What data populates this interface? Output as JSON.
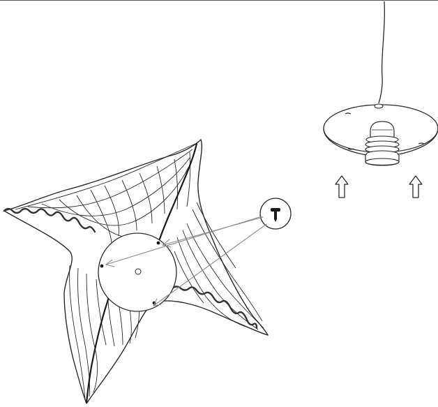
{
  "diagram": {
    "kind": "assembly-instruction",
    "colors": {
      "line": "#2a2a2a",
      "leader": "#8a8a8a",
      "background": "#ffffff"
    },
    "parts": [
      {
        "name": "ceiling-cord",
        "icon": "cord-icon"
      },
      {
        "name": "ceiling-canopy",
        "icon": "canopy-icon"
      },
      {
        "name": "lamp-socket",
        "icon": "socket-icon"
      },
      {
        "name": "push-up-arrow",
        "icon": "hollow-up-arrow-icon",
        "count": 2
      },
      {
        "name": "screw-detail",
        "icon": "screw-icon"
      },
      {
        "name": "fabric-shade",
        "icon": "star-shade-icon"
      },
      {
        "name": "mounting-disc",
        "icon": "disc-icon"
      }
    ],
    "screw_holes": 3
  }
}
